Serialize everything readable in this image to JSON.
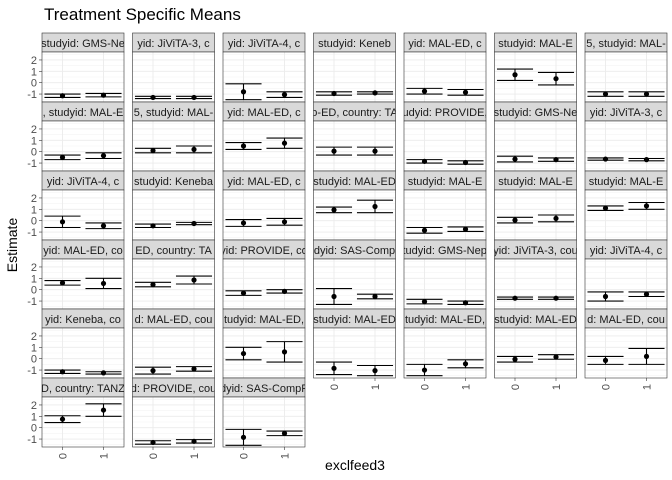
{
  "chart_data": {
    "type": "scatter",
    "title": "Treatment Specific Means",
    "xlabel": "exclfeed3",
    "ylabel": "Estimate",
    "x_categories": [
      "0",
      "1"
    ],
    "y_ticks": [
      2,
      1,
      0,
      -1
    ],
    "ylim": [
      -1.7,
      2.7
    ],
    "grid": true,
    "legend": "none",
    "panels": [
      {
        "label": "studyid: GMS-Ne",
        "points": [
          {
            "x": "0",
            "y": -1.15,
            "lo": -1.3,
            "hi": -1.0
          },
          {
            "x": "1",
            "y": -1.1,
            "lo": -1.25,
            "hi": -0.95
          }
        ]
      },
      {
        "label": "yid: JiViTA-3, c",
        "points": [
          {
            "x": "0",
            "y": -1.3,
            "lo": -1.4,
            "hi": -1.2
          },
          {
            "x": "1",
            "y": -1.3,
            "lo": -1.4,
            "hi": -1.2
          }
        ]
      },
      {
        "label": "yid: JiViTA-4, c",
        "points": [
          {
            "x": "0",
            "y": -0.8,
            "lo": -1.5,
            "hi": -0.1
          },
          {
            "x": "1",
            "y": -1.05,
            "lo": -1.3,
            "hi": -0.8
          }
        ]
      },
      {
        "label": "studyid: Keneb",
        "points": [
          {
            "x": "0",
            "y": -0.95,
            "lo": -1.1,
            "hi": -0.8
          },
          {
            "x": "1",
            "y": -0.9,
            "lo": -1.0,
            "hi": -0.8
          }
        ]
      },
      {
        "label": "yid: MAL-ED, c",
        "points": [
          {
            "x": "0",
            "y": -0.75,
            "lo": -1.0,
            "hi": -0.5
          },
          {
            "x": "1",
            "y": -0.85,
            "lo": -1.1,
            "hi": -0.6
          }
        ]
      },
      {
        "label": "studyid: MAL-E",
        "points": [
          {
            "x": "0",
            "y": 0.7,
            "lo": 0.2,
            "hi": 1.2
          },
          {
            "x": "1",
            "y": 0.35,
            "lo": -0.2,
            "hi": 0.9
          }
        ]
      },
      {
        "label": "5, studyid: MAL-",
        "points": [
          {
            "x": "0",
            "y": -1.0,
            "lo": -1.2,
            "hi": -0.8
          },
          {
            "x": "1",
            "y": -1.0,
            "lo": -1.2,
            "hi": -0.8
          }
        ]
      },
      {
        "label": ", studyid: MAL-E",
        "points": [
          {
            "x": "0",
            "y": -0.5,
            "lo": -0.7,
            "hi": -0.3
          },
          {
            "x": "1",
            "y": -0.35,
            "lo": -0.6,
            "hi": -0.1
          }
        ]
      },
      {
        "label": "5, studyid: MAL-",
        "points": [
          {
            "x": "0",
            "y": 0.1,
            "lo": -0.1,
            "hi": 0.3
          },
          {
            "x": "1",
            "y": 0.2,
            "lo": -0.1,
            "hi": 0.5
          }
        ]
      },
      {
        "label": "yid: MAL-ED, c",
        "points": [
          {
            "x": "0",
            "y": 0.5,
            "lo": 0.2,
            "hi": 0.8
          },
          {
            "x": "1",
            "y": 0.75,
            "lo": 0.3,
            "hi": 1.2
          }
        ]
      },
      {
        "label": "o-ED, country: TA",
        "points": [
          {
            "x": "0",
            "y": 0.05,
            "lo": -0.3,
            "hi": 0.4
          },
          {
            "x": "1",
            "y": 0.05,
            "lo": -0.3,
            "hi": 0.4
          }
        ]
      },
      {
        "label": "studyid: PROVIDE, c",
        "points": [
          {
            "x": "0",
            "y": -0.85,
            "lo": -1.0,
            "hi": -0.7
          },
          {
            "x": "1",
            "y": -0.95,
            "lo": -1.1,
            "hi": -0.8
          }
        ]
      },
      {
        "label": "studyid: GMS-Ne",
        "points": [
          {
            "x": "0",
            "y": -0.65,
            "lo": -0.9,
            "hi": -0.4
          },
          {
            "x": "1",
            "y": -0.7,
            "lo": -0.85,
            "hi": -0.55
          }
        ]
      },
      {
        "label": "yid: JiViTA-3, c",
        "points": [
          {
            "x": "0",
            "y": -0.65,
            "lo": -0.75,
            "hi": -0.55
          },
          {
            "x": "1",
            "y": -0.7,
            "lo": -0.8,
            "hi": -0.6
          }
        ]
      },
      {
        "label": "yid: JiViTA-4, c",
        "points": [
          {
            "x": "0",
            "y": -0.1,
            "lo": -0.6,
            "hi": 0.4
          },
          {
            "x": "1",
            "y": -0.45,
            "lo": -0.7,
            "hi": -0.2
          }
        ]
      },
      {
        "label": "studyid: Keneba",
        "points": [
          {
            "x": "0",
            "y": -0.45,
            "lo": -0.6,
            "hi": -0.3
          },
          {
            "x": "1",
            "y": -0.25,
            "lo": -0.35,
            "hi": -0.15
          }
        ]
      },
      {
        "label": "yid: MAL-ED, c",
        "points": [
          {
            "x": "0",
            "y": -0.2,
            "lo": -0.5,
            "hi": 0.1
          },
          {
            "x": "1",
            "y": -0.1,
            "lo": -0.4,
            "hi": 0.2
          }
        ]
      },
      {
        "label": "studyid: MAL-ED",
        "points": [
          {
            "x": "0",
            "y": 0.95,
            "lo": 0.7,
            "hi": 1.2
          },
          {
            "x": "1",
            "y": 1.25,
            "lo": 0.7,
            "hi": 1.8
          }
        ]
      },
      {
        "label": "studyid: MAL-E",
        "points": [
          {
            "x": "0",
            "y": -0.85,
            "lo": -1.1,
            "hi": -0.6
          },
          {
            "x": "1",
            "y": -0.75,
            "lo": -0.95,
            "hi": -0.55
          }
        ]
      },
      {
        "label": "studyid: MAL-E",
        "points": [
          {
            "x": "0",
            "y": 0.05,
            "lo": -0.2,
            "hi": 0.3
          },
          {
            "x": "1",
            "y": 0.2,
            "lo": -0.1,
            "hi": 0.5
          }
        ]
      },
      {
        "label": "studyid: MAL-E",
        "points": [
          {
            "x": "0",
            "y": 1.1,
            "lo": 0.9,
            "hi": 1.3
          },
          {
            "x": "1",
            "y": 1.3,
            "lo": 1.0,
            "hi": 1.6
          }
        ]
      },
      {
        "label": "yid: MAL-ED, co",
        "points": [
          {
            "x": "0",
            "y": 0.6,
            "lo": 0.4,
            "hi": 0.8
          },
          {
            "x": "1",
            "y": 0.55,
            "lo": 0.1,
            "hi": 1.0
          }
        ]
      },
      {
        "label": "ED, country: TA",
        "points": [
          {
            "x": "0",
            "y": 0.45,
            "lo": 0.25,
            "hi": 0.65
          },
          {
            "x": "1",
            "y": 0.85,
            "lo": 0.5,
            "hi": 1.2
          }
        ]
      },
      {
        "label": "yid: PROVIDE, co",
        "points": [
          {
            "x": "0",
            "y": -0.3,
            "lo": -0.5,
            "hi": -0.1
          },
          {
            "x": "1",
            "y": -0.15,
            "lo": -0.3,
            "hi": 0.0
          }
        ]
      },
      {
        "label": "dyid: SAS-Comp",
        "points": [
          {
            "x": "0",
            "y": -0.6,
            "lo": -1.3,
            "hi": 0.1
          },
          {
            "x": "1",
            "y": -0.6,
            "lo": -0.8,
            "hi": -0.4
          }
        ]
      },
      {
        "label": "studyid: GMS-Nepa",
        "points": [
          {
            "x": "0",
            "y": -1.05,
            "lo": -1.25,
            "hi": -0.85
          },
          {
            "x": "1",
            "y": -1.15,
            "lo": -1.3,
            "hi": -1.0
          }
        ]
      },
      {
        "label": "yid: JiViTA-3, cou",
        "points": [
          {
            "x": "0",
            "y": -0.75,
            "lo": -0.85,
            "hi": -0.65
          },
          {
            "x": "1",
            "y": -0.75,
            "lo": -0.85,
            "hi": -0.65
          }
        ]
      },
      {
        "label": "yid: JiViTA-4, c",
        "points": [
          {
            "x": "0",
            "y": -0.6,
            "lo": -1.0,
            "hi": -0.2
          },
          {
            "x": "1",
            "y": -0.4,
            "lo": -0.6,
            "hi": -0.2
          }
        ]
      },
      {
        "label": "yid: Keneba, co",
        "points": [
          {
            "x": "0",
            "y": -1.15,
            "lo": -1.3,
            "hi": -1.0
          },
          {
            "x": "1",
            "y": -1.25,
            "lo": -1.35,
            "hi": -1.15
          }
        ]
      },
      {
        "label": "d: MAL-ED, cou",
        "points": [
          {
            "x": "0",
            "y": -1.05,
            "lo": -1.35,
            "hi": -0.75
          },
          {
            "x": "1",
            "y": -0.9,
            "lo": -1.1,
            "hi": -0.7
          }
        ]
      },
      {
        "label": "tudyid: MAL-ED,",
        "points": [
          {
            "x": "0",
            "y": 0.45,
            "lo": -0.1,
            "hi": 1.0
          },
          {
            "x": "1",
            "y": 0.6,
            "lo": -0.3,
            "hi": 1.5
          }
        ]
      },
      {
        "label": "studyid: MAL-ED",
        "points": [
          {
            "x": "0",
            "y": -0.85,
            "lo": -1.4,
            "hi": -0.3
          },
          {
            "x": "1",
            "y": -1.05,
            "lo": -1.5,
            "hi": -0.6
          }
        ]
      },
      {
        "label": "tudyid: MAL-ED,",
        "points": [
          {
            "x": "0",
            "y": -1.0,
            "lo": -1.5,
            "hi": -0.5
          },
          {
            "x": "1",
            "y": -0.45,
            "lo": -0.8,
            "hi": -0.1
          }
        ]
      },
      {
        "label": "studyid: MAL-ED",
        "points": [
          {
            "x": "0",
            "y": -0.05,
            "lo": -0.3,
            "hi": 0.2
          },
          {
            "x": "1",
            "y": 0.15,
            "lo": -0.05,
            "hi": 0.35
          }
        ]
      },
      {
        "label": "d: MAL-ED, cou",
        "points": [
          {
            "x": "0",
            "y": -0.15,
            "lo": -0.5,
            "hi": 0.2
          },
          {
            "x": "1",
            "y": 0.2,
            "lo": -0.5,
            "hi": 0.9
          }
        ]
      },
      {
        "label": "D, country: TANZ",
        "points": [
          {
            "x": "0",
            "y": 0.75,
            "lo": 0.45,
            "hi": 1.05
          },
          {
            "x": "1",
            "y": 1.55,
            "lo": 1.0,
            "hi": 2.1
          }
        ]
      },
      {
        "label": "d: PROVIDE, cou",
        "points": [
          {
            "x": "0",
            "y": -1.3,
            "lo": -1.45,
            "hi": -1.15
          },
          {
            "x": "1",
            "y": -1.2,
            "lo": -1.35,
            "hi": -1.05
          }
        ]
      },
      {
        "label": "dyid: SAS-CompF",
        "points": [
          {
            "x": "0",
            "y": -0.85,
            "lo": -1.55,
            "hi": -0.15
          },
          {
            "x": "1",
            "y": -0.5,
            "lo": -0.7,
            "hi": -0.3
          }
        ]
      }
    ]
  }
}
